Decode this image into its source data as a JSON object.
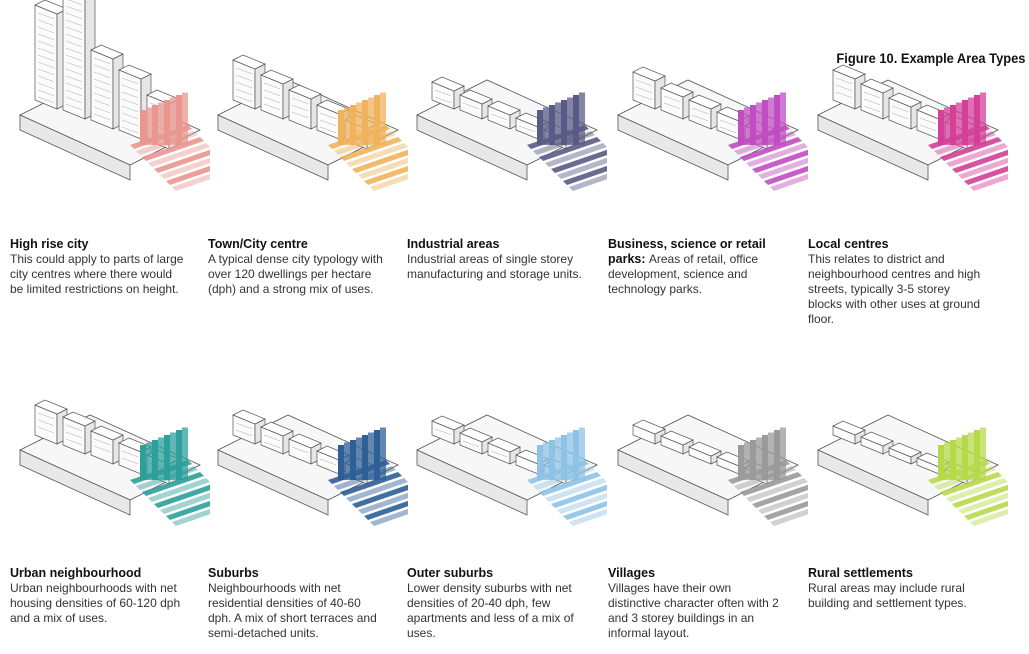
{
  "figure_title": "Figure 10.  Example Area Types",
  "area_types": [
    {
      "title": "High rise city",
      "description": "This could apply to parts of large city centres where there would be limited restrictions on height.",
      "color": "#e9968f",
      "icon": "high-rise-city-illustration"
    },
    {
      "title": "Town/City centre",
      "description": "A typical dense city typology with over 120 dwellings per hectare (dph) and a strong mix of uses.",
      "color": "#f0b25c",
      "icon": "town-city-centre-illustration"
    },
    {
      "title": "Industrial areas",
      "description": "Industrial areas of single storey manufacturing and storage units.",
      "color": "#5a5a86",
      "icon": "industrial-areas-illustration"
    },
    {
      "title": "Business, science or retail parks:",
      "description": "Areas of retail, office development, science and technology parks.",
      "color": "#c04dc2",
      "icon": "business-parks-illustration"
    },
    {
      "title": "Local centres",
      "description": "This relates to district and neighbourhood centres and high streets, typically 3-5 storey blocks with other uses at ground floor.",
      "color": "#d43f98",
      "icon": "local-centres-illustration"
    },
    {
      "title": "Urban neighbourhood",
      "description": "Urban neighbourhoods with net housing densities of 60-120 dph and a mix of uses.",
      "color": "#2e9f9a",
      "icon": "urban-neighbourhood-illustration"
    },
    {
      "title": "Suburbs",
      "description": "Neighbourhoods with net residential densities of 40-60 dph. A mix of short terraces and semi-detached units.",
      "color": "#2e5f96",
      "icon": "suburbs-illustration"
    },
    {
      "title": "Outer suburbs",
      "description": "Lower density suburbs with net densities of 20-40 dph, few apartments and less of a mix of uses.",
      "color": "#8ec3e6",
      "icon": "outer-suburbs-illustration"
    },
    {
      "title": "Villages",
      "description": "Villages have their own distinctive character often with 2 and 3 storey buildings in an informal layout.",
      "color": "#9a9a9a",
      "icon": "villages-illustration"
    },
    {
      "title": "Rural settlements",
      "description": "Rural areas may include rural building and settlement types.",
      "color": "#b6d94a",
      "icon": "rural-settlements-illustration"
    }
  ]
}
